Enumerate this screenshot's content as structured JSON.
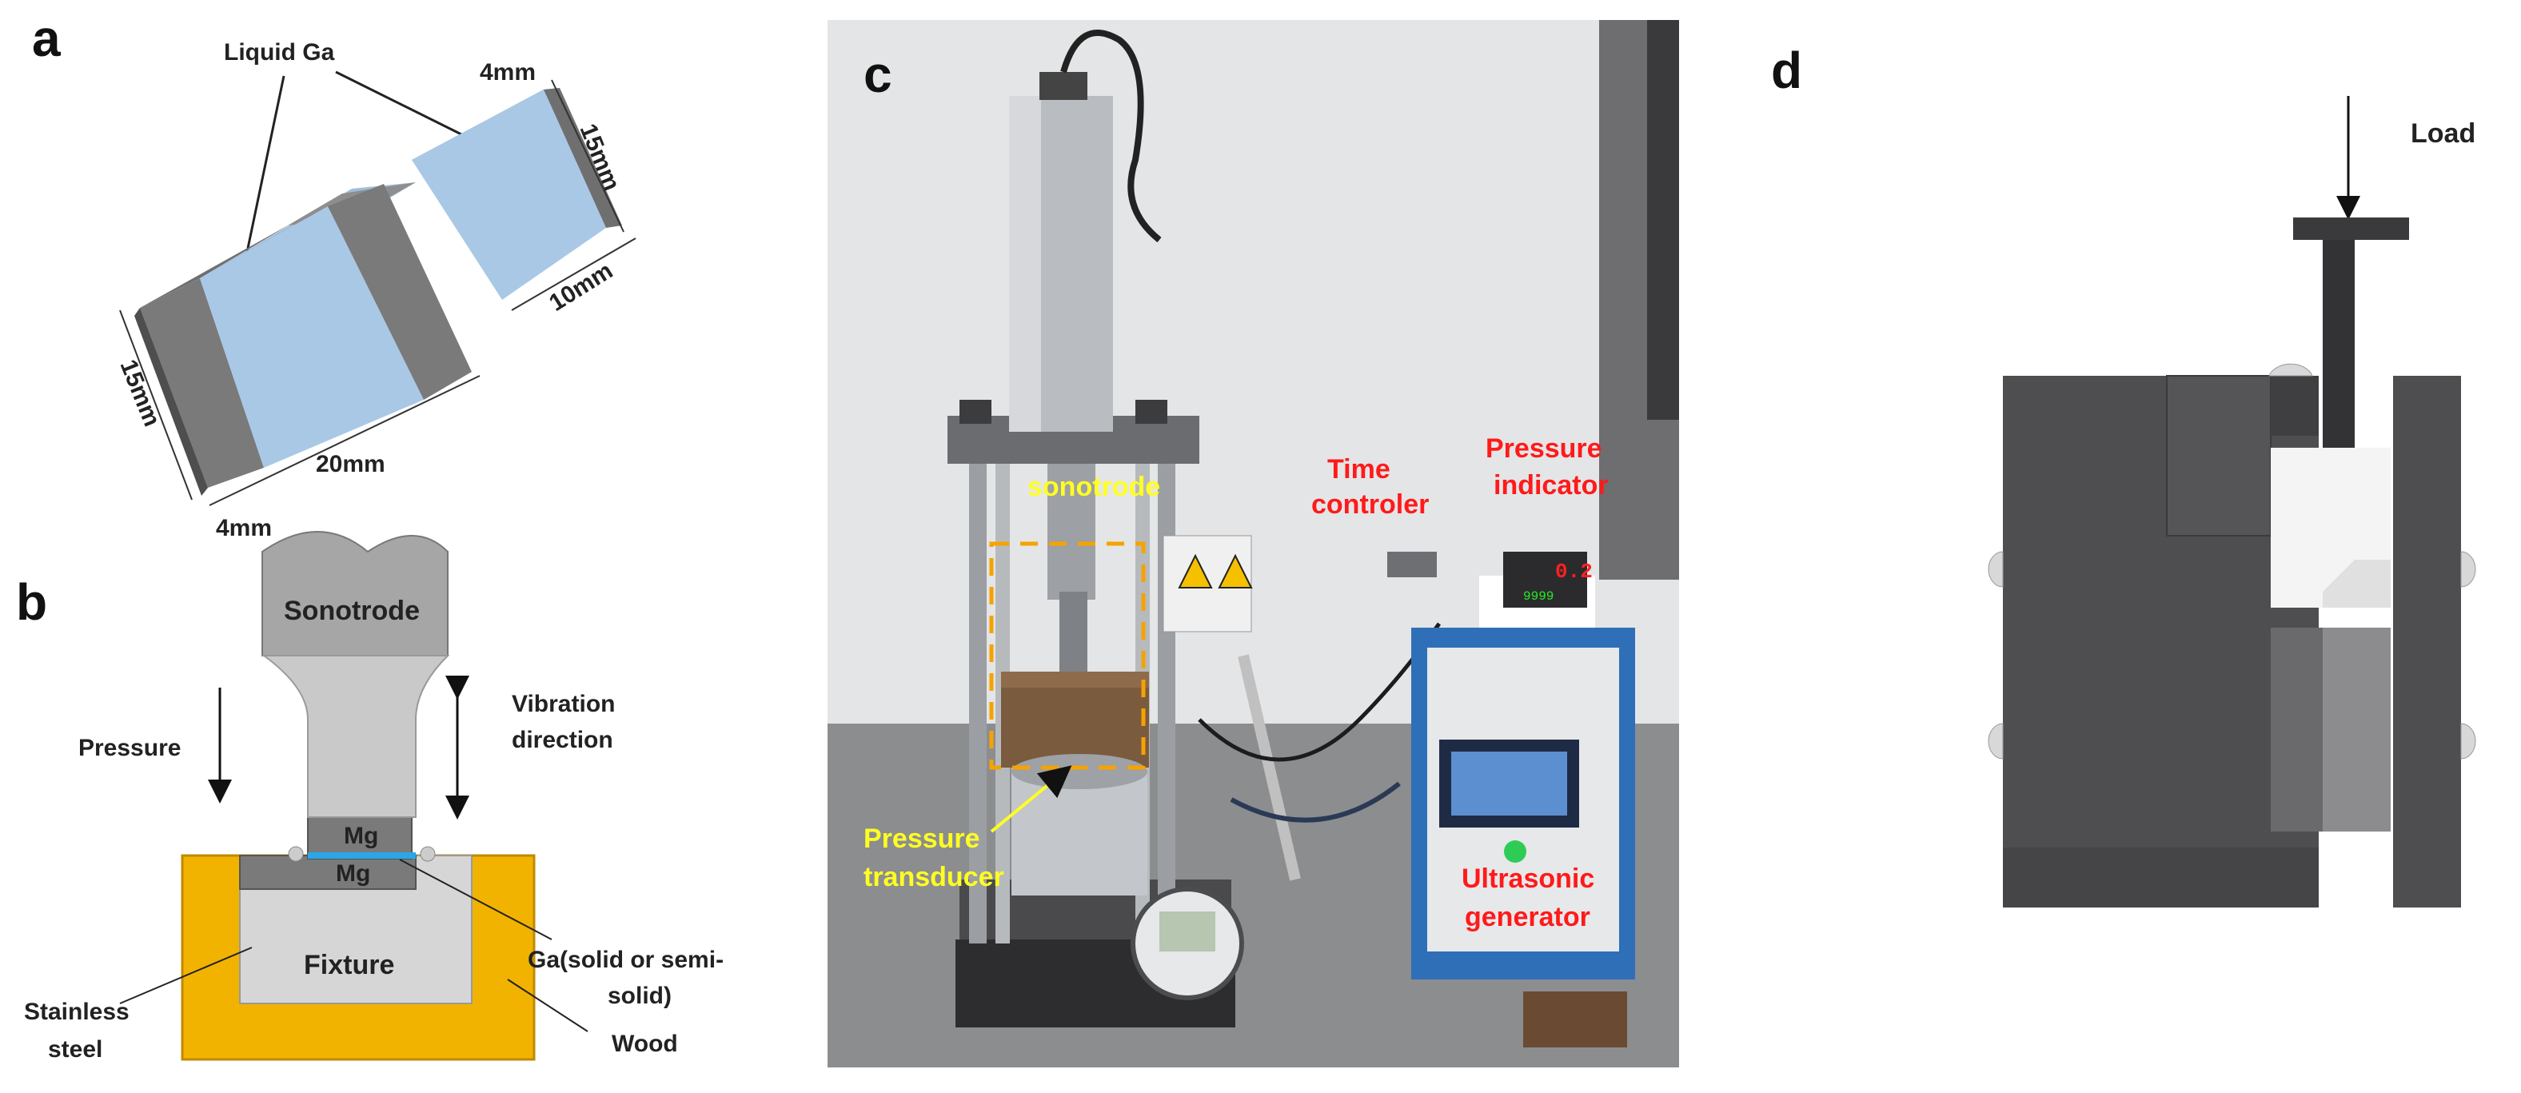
{
  "panel_a": {
    "letter": "a",
    "liquid_ga_label": "Liquid Ga",
    "dim_4mm_top": "4mm",
    "dim_15mm_right": "15mm",
    "dim_10mm": "10mm",
    "dim_15mm_left": "15mm",
    "dim_20mm": "20mm",
    "dim_4mm_bottom": "4mm"
  },
  "panel_b": {
    "letter": "b",
    "sonotrode": "Sonotrode",
    "pressure": "Pressure",
    "vibration_line1": "Vibration",
    "vibration_line2": "direction",
    "mg_top": "Mg",
    "mg_bottom": "Mg",
    "ga_line1": "Ga(solid or semi-",
    "ga_line2": "solid)",
    "fixture": "Fixture",
    "stainless_line1": "Stainless",
    "stainless_line2": "steel",
    "wood": "Wood"
  },
  "panel_c": {
    "letter": "c",
    "sonotrode": "sonotrode",
    "time_line1": "Time",
    "time_line2": "controler",
    "pressure_ind_line1": "Pressure",
    "pressure_ind_line2": "indicator",
    "transducer_line1": "Pressure",
    "transducer_line2": "transducer",
    "ultrasonic_line1": "Ultrasonic",
    "ultrasonic_line2": "generator",
    "display_value": "0.2",
    "display_secondary": "9999"
  },
  "panel_d": {
    "letter": "d",
    "load": "Load"
  },
  "colors": {
    "ga_blue": "#a9c8e6",
    "mg_gray": "#7a7a7a",
    "wood_yellow": "#f2b300",
    "fixture_gray": "#d6d6d6",
    "label_red": "#ff1a1a",
    "label_yellow": "#ffff22",
    "dash_orange": "#f5a300"
  }
}
